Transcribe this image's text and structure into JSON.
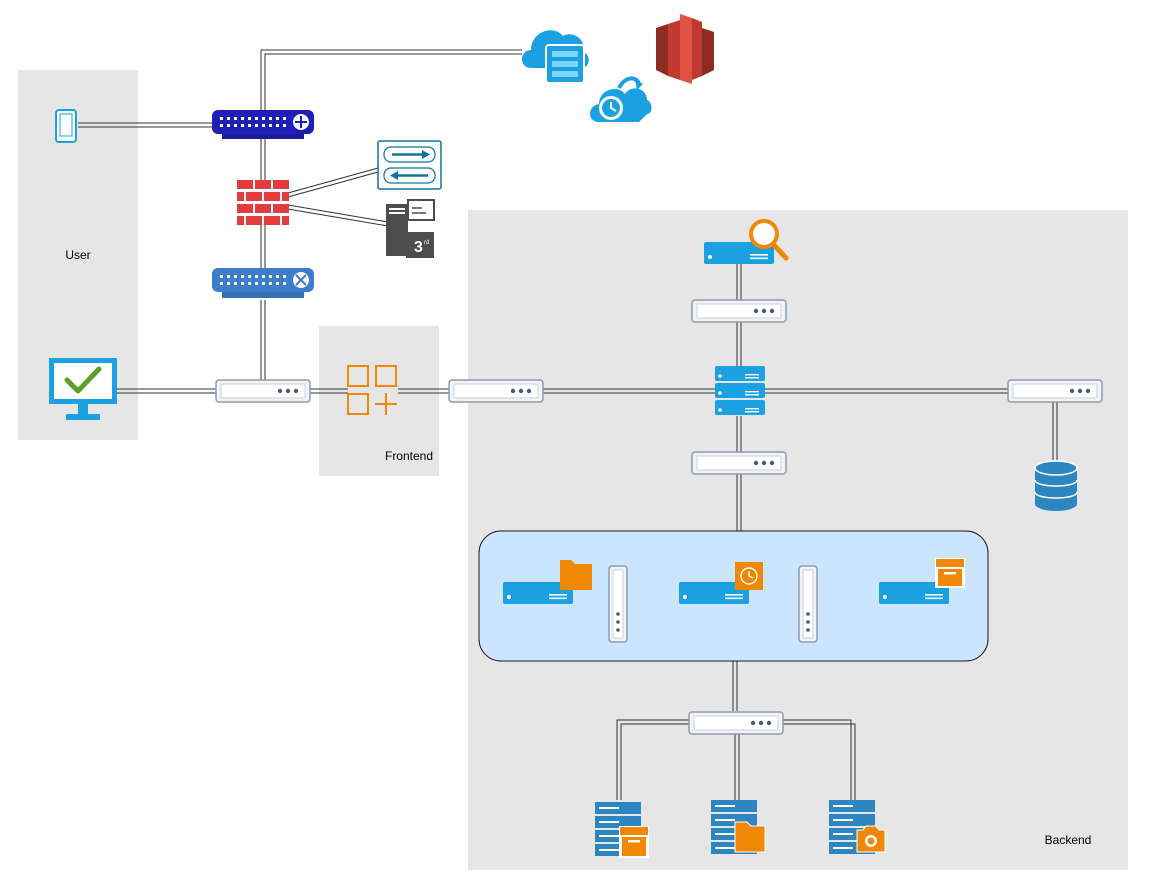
{
  "zones": {
    "user": "User",
    "frontend": "Frontend",
    "backend": "Backend"
  },
  "icons": {
    "mobile": "mobile-phone-icon",
    "monitor": "monitor-check-icon",
    "router_top": "router-icon",
    "router_bottom": "router-icon",
    "firewall": "firewall-icon",
    "transfer": "data-transfer-icon",
    "third_party": "third-party-mail-server-icon",
    "cloud_storage": "cloud-storage-icon",
    "cloud_schedule": "cloud-schedule-icon",
    "aws_redshift": "aws-redshift-icon",
    "app_grid": "app-grid-icon",
    "search_server": "search-server-icon",
    "server_stack": "server-stack-icon",
    "database": "database-icon",
    "file_server": "file-server-icon",
    "backup_server": "backup-server-icon",
    "archive_server": "archive-server-icon",
    "archive_storage": "archive-storage-icon",
    "file_storage": "file-storage-icon",
    "snapshot_storage": "snapshot-storage-icon",
    "switch": "switch-icon",
    "tower": "tower-switch-icon"
  },
  "colors": {
    "zone_fill": "#e6e6e6",
    "cluster_fill": "#cce5ff",
    "server_blue": "#1ba1e2",
    "storage_blue": "#2e86c1",
    "orange": "#f08705",
    "firewall_red": "#e23c3c",
    "router_navy": "#1f1fb8",
    "router_blue": "#3d7cc9",
    "aws_red": "#c1382c"
  }
}
